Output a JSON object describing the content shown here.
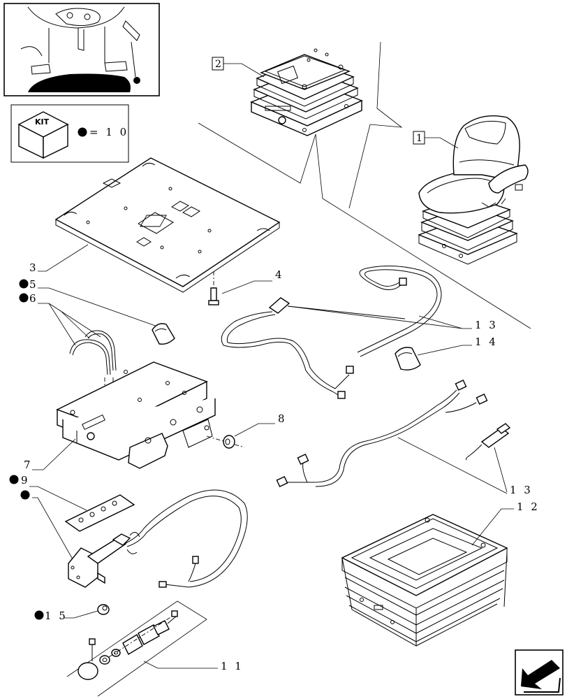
{
  "kit": {
    "label": "KIT",
    "equals": "= 1 0"
  },
  "boxed_refs": {
    "seat_suspension": "2",
    "seat": "1"
  },
  "callouts": {
    "c3": "3",
    "c4": "4",
    "c5": "5",
    "c6": "6",
    "c7": "7",
    "c8": "8",
    "c9": "9",
    "c11": "1 1",
    "c12": "1 2",
    "c13a": "1 3",
    "c13b": "1 3",
    "c14": "1 4",
    "c15": "1 5"
  },
  "icons": {
    "kit": "kit-cube-icon",
    "bullet": "filled-dot-icon",
    "nav": "arrow-back-icon"
  }
}
